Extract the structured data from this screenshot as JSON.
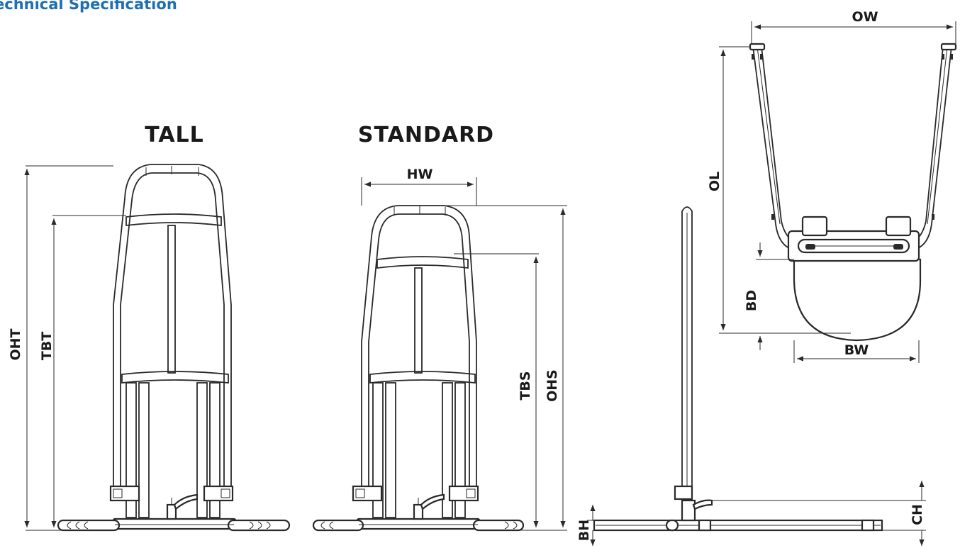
{
  "page": {
    "heading": "echnical Specification"
  },
  "views": {
    "tall": {
      "title": "TALL"
    },
    "standard": {
      "title": "STANDARD"
    }
  },
  "dimensions": {
    "oht": "OHT",
    "tbt": "TBT",
    "hw": "HW",
    "tbs": "TBS",
    "ohs": "OHS",
    "bh": "BH",
    "ch": "CH",
    "ow": "OW",
    "ol": "OL",
    "bd": "BD",
    "bw": "BW"
  },
  "colors": {
    "heading": "#1f6fb2",
    "line": "#2a2a2a"
  }
}
